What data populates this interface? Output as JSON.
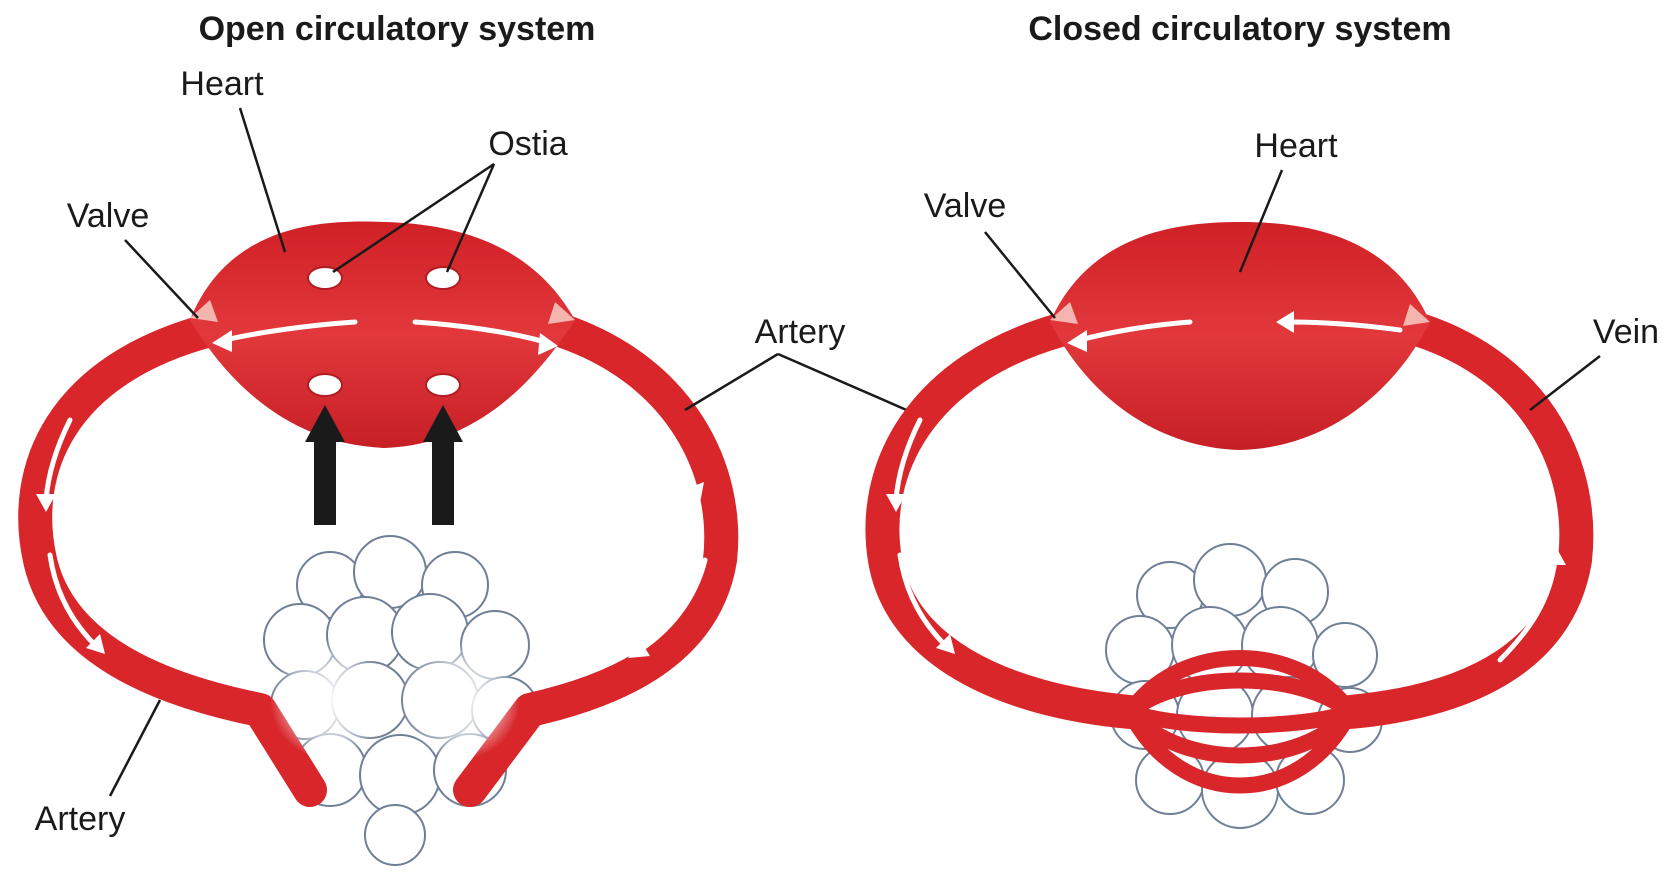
{
  "open_system": {
    "title": "Open circulatory system",
    "labels": {
      "heart": "Heart",
      "ostia": "Ostia",
      "valve": "Valve",
      "artery_upper": "Artery",
      "artery_lower": "Artery"
    }
  },
  "closed_system": {
    "title": "Closed circulatory system",
    "labels": {
      "heart": "Heart",
      "valve": "Valve",
      "vein": "Vein"
    }
  },
  "colors": {
    "blood_red": "#d8262b",
    "dark_red": "#b01c21",
    "valve_pink": "#f4b5b0",
    "tissue_outline": "#6f7f96",
    "text": "#1a1a1a"
  }
}
